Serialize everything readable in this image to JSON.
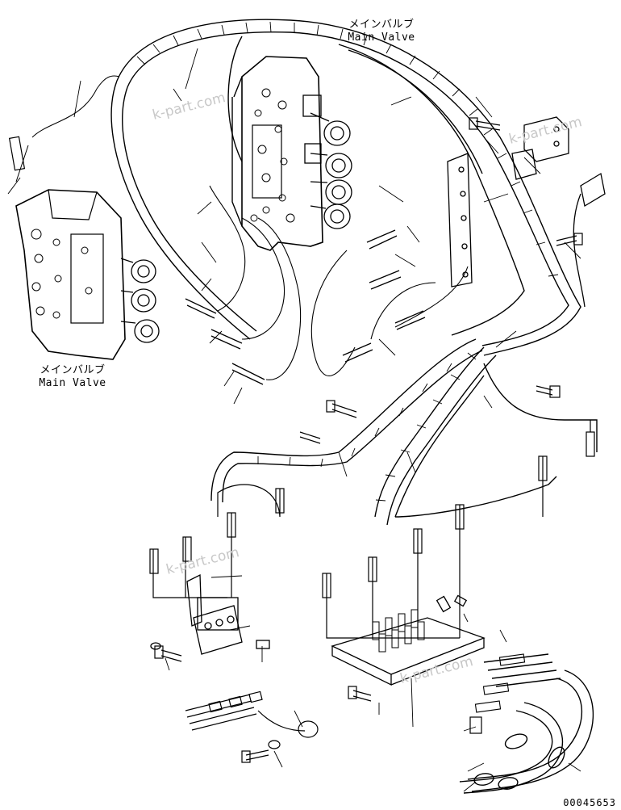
{
  "labels": {
    "main_valve_top_jp": "メインバルブ",
    "main_valve_top_en": "Main Valve",
    "main_valve_left_jp": "メインバルブ",
    "main_valve_left_en": "Main Valve"
  },
  "watermarks": [
    "k-part.com",
    "k-part.com",
    "k-part.com",
    "k-part.com"
  ],
  "part_number": "00045653"
}
